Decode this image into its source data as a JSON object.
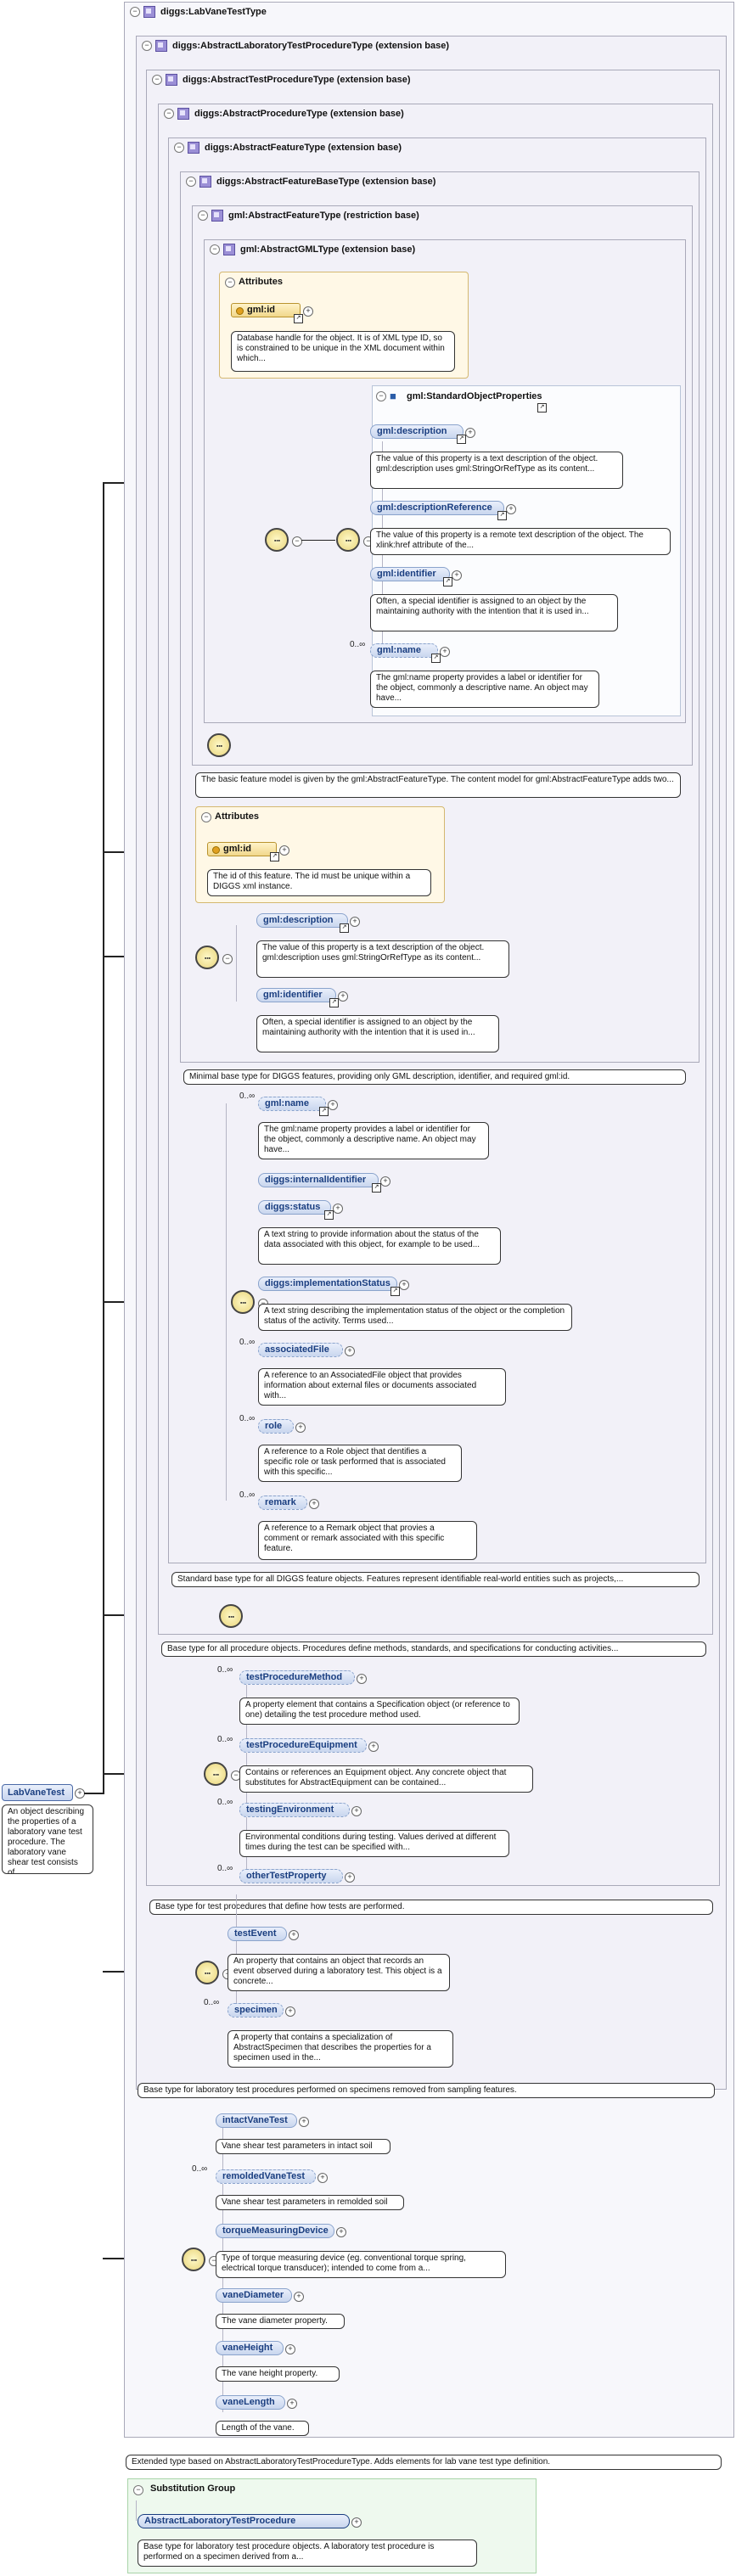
{
  "root": {
    "name": "LabVaneTest",
    "description": "An object describing the properties of a laboratory vane test procedure. The laboratory vane shear test consists of..."
  },
  "types": {
    "t0": "diggs:LabVaneTestType",
    "t1": "diggs:AbstractLaboratoryTestProcedureType (extension base)",
    "t2": "diggs:AbstractTestProcedureType (extension base)",
    "t3": "diggs:AbstractProcedureType (extension base)",
    "t4": "diggs:AbstractFeatureType (extension base)",
    "t5": "diggs:AbstractFeatureBaseType (extension base)",
    "t6": "gml:AbstractFeatureType (restriction base)",
    "t7": "gml:AbstractGMLType (extension base)"
  },
  "gml_type": {
    "attributes_label": "Attributes",
    "attr_name": "gml:id",
    "attr_desc": "Database handle for the object. It is of XML type ID, so is constrained to be unique in the XML document within which...",
    "group_name": "gml:StandardObjectProperties",
    "elements": [
      {
        "name": "gml:description",
        "occ": "",
        "desc": "The value of this property is a text description of the object. gml:description uses gml:StringOrRefType as its content..."
      },
      {
        "name": "gml:descriptionReference",
        "occ": "",
        "desc": "The value of this property is a remote text description of the object. The xlink:href attribute of the..."
      },
      {
        "name": "gml:identifier",
        "occ": "",
        "desc": "Often, a special identifier is assigned to an object by the maintaining authority with the intention that it is used in..."
      },
      {
        "name": "gml:name",
        "occ": "0..∞",
        "desc": "The gml:name property provides a label or identifier for the object, commonly a descriptive name. An object may have..."
      }
    ]
  },
  "feature_type_note": "The basic feature model is given by the gml:AbstractFeatureType. The content model for gml:AbstractFeatureType adds two...",
  "feature_base": {
    "attributes_label": "Attributes",
    "attr_name": "gml:id",
    "attr_desc": "The id of this feature. The id must be unique within a DIGGS xml instance.",
    "elements": [
      {
        "name": "gml:description",
        "desc": "The value of this property is a text description of the object. gml:description uses gml:StringOrRefType as its content..."
      },
      {
        "name": "gml:identifier",
        "desc": "Often, a special identifier is assigned to an object by the maintaining authority with the intention that it is used in..."
      }
    ],
    "note": "Minimal base type for DIGGS features, providing only GML description, identifier, and required gml:id."
  },
  "feature": {
    "elements": [
      {
        "name": "gml:name",
        "occ": "0..∞",
        "desc": "The gml:name property provides a label or identifier for the object, commonly a descriptive name. An object may have..."
      },
      {
        "name": "diggs:internalIdentifier",
        "occ": "",
        "desc": ""
      },
      {
        "name": "diggs:status",
        "occ": "",
        "desc": "A text string to provide information about the status of the data associated with this object, for example to be used..."
      },
      {
        "name": "diggs:implementationStatus",
        "occ": "",
        "desc": "A text string describing the implementation status of the object or the completion status of the activity. Terms used..."
      },
      {
        "name": "associatedFile",
        "occ": "0..∞",
        "desc": "A reference to an AssociatedFile object that provides information about external files or documents associated with..."
      },
      {
        "name": "role",
        "occ": "0..∞",
        "desc": "A reference to a Role object that dentifies a specific role or task performed that is associated with this specific..."
      },
      {
        "name": "remark",
        "occ": "0..∞",
        "desc": "A reference to a Remark object that provies a comment or remark associated with this specific feature."
      }
    ],
    "note": "Standard base type for all DIGGS feature objects. Features represent identifiable real-world entities such as projects,..."
  },
  "procedure_note": "Base type for all procedure objects. Procedures define methods, standards, and specifications for conducting activities...",
  "test_procedure": {
    "elements": [
      {
        "name": "testProcedureMethod",
        "occ": "0..∞",
        "desc": "A property element that contains a Specification object (or reference to one) detailing the test procedure method used."
      },
      {
        "name": "testProcedureEquipment",
        "occ": "0..∞",
        "desc": "Contains or references an Equipment object. Any concrete object that substitutes for AbstractEquipment can be contained..."
      },
      {
        "name": "testingEnvironment",
        "occ": "0..∞",
        "desc": "Environmental conditions during testing. Values derived at different times during the test can be specified with..."
      },
      {
        "name": "otherTestProperty",
        "occ": "0..∞",
        "desc": ""
      }
    ],
    "note": "Base type for test procedures that define how tests are performed."
  },
  "lab_test_procedure": {
    "elements": [
      {
        "name": "testEvent",
        "occ": "",
        "desc": "An property that contains an object that records an event observed during a laboratory test. This object is a concrete..."
      },
      {
        "name": "specimen",
        "occ": "0..∞",
        "desc": "A property that contains a specialization of AbstractSpecimen that describes the properties for a specimen used in the..."
      }
    ],
    "note": "Base type for laboratory test procedures performed on specimens removed from sampling features."
  },
  "lab_vane": {
    "elements": [
      {
        "name": "intactVaneTest",
        "occ": "",
        "desc": "Vane shear test parameters in intact soil"
      },
      {
        "name": "remoldedVaneTest",
        "occ": "0..∞",
        "desc": "Vane shear test parameters in remolded soil"
      },
      {
        "name": "torqueMeasuringDevice",
        "occ": "",
        "desc": "Type of torque measuring device (eg. conventional torque spring, electrical torque transducer); intended to come from a..."
      },
      {
        "name": "vaneDiameter",
        "occ": "",
        "desc": "The vane diameter property."
      },
      {
        "name": "vaneHeight",
        "occ": "",
        "desc": "The vane height property."
      },
      {
        "name": "vaneLength",
        "occ": "",
        "desc": "Length of the vane."
      }
    ],
    "note": "Extended type based on AbstractLaboratoryTestProcedureType. Adds elements for lab vane test type definition."
  },
  "substitution": {
    "label": "Substitution Group",
    "name": "AbstractLaboratoryTestProcedure",
    "desc": "Base type for laboratory test procedure objects. A laboratory test procedure is performed on a specimen derived from a..."
  }
}
